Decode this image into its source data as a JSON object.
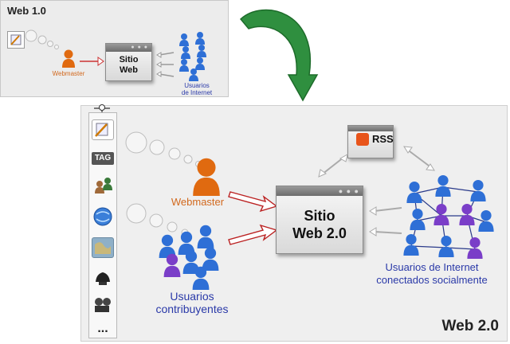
{
  "web1": {
    "title": "Web 1.0",
    "site_window": {
      "line1": "Sitio",
      "line2": "Web"
    },
    "webmaster_label": "Webmaster",
    "users_label": {
      "line1": "Usuarios",
      "line2": "de Internet"
    }
  },
  "web2": {
    "title": "Web 2.0",
    "toolbar": {
      "tag_label": "TAG",
      "more_label": "..."
    },
    "rss_label": "RSS",
    "site_window": {
      "line1": "Sitio",
      "line2": "Web 2.0"
    },
    "webmaster_label": "Webmaster",
    "contributors_label": {
      "line1": "Usuarios",
      "line2": "contribuyentes"
    },
    "social_users_label": {
      "line1": "Usuarios de Internet",
      "line2": "conectados socialmente"
    }
  },
  "colors": {
    "webmaster": "#e06a10",
    "user_blue": "#2e6fd6",
    "user_purple": "#7a3ec8",
    "arrow_green": "#2f8f3f",
    "label_blue": "#2a39a8",
    "label_orange": "#d2691e",
    "rss_orange": "#e8541a"
  }
}
